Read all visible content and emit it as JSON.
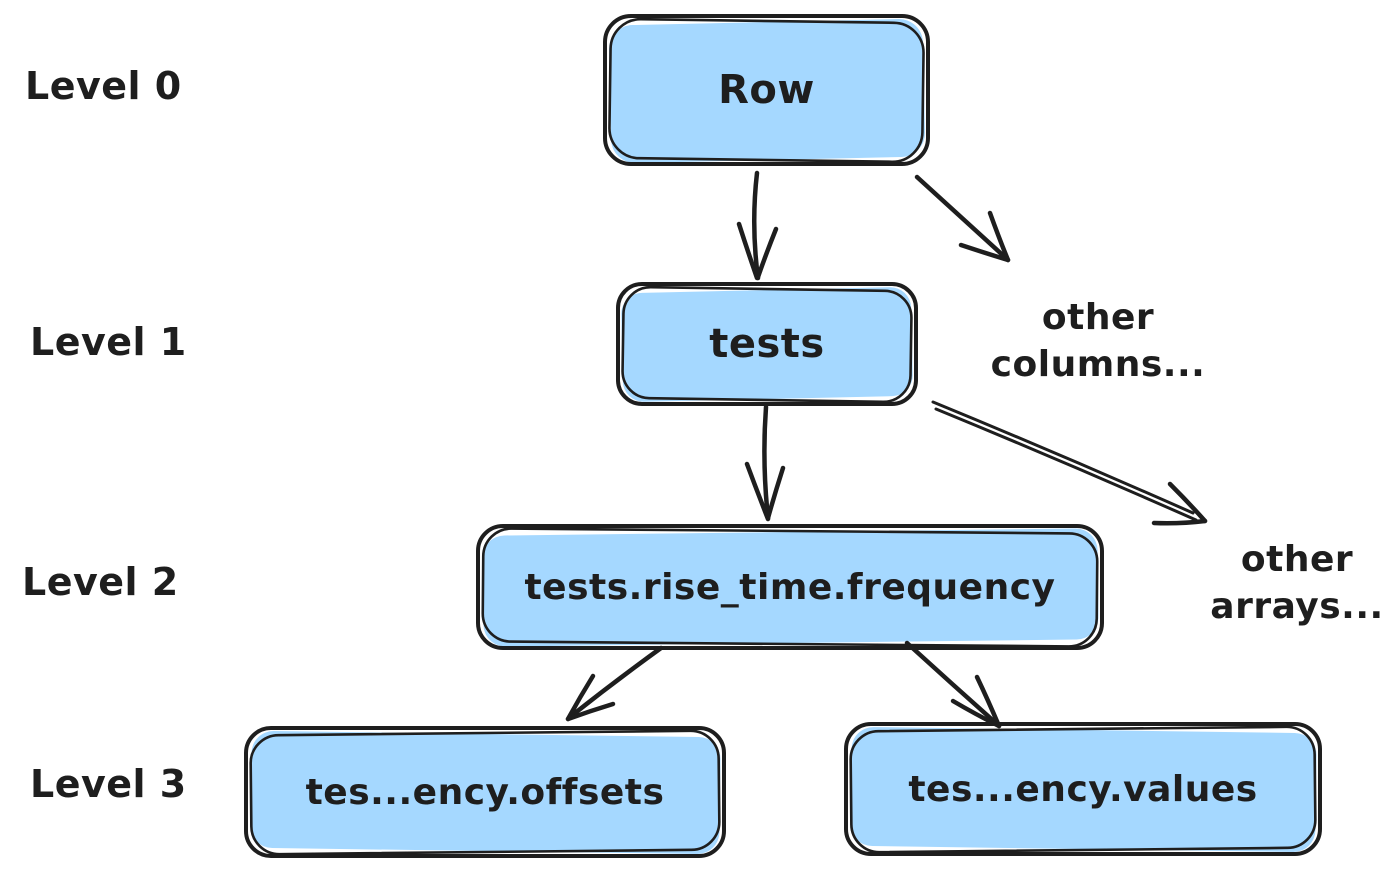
{
  "diagram": {
    "levels": [
      {
        "label": "Level 0"
      },
      {
        "label": "Level 1"
      },
      {
        "label": "Level 2"
      },
      {
        "label": "Level 3"
      }
    ],
    "nodes": [
      {
        "id": "row",
        "level": 0,
        "label": "Row"
      },
      {
        "id": "tests",
        "level": 1,
        "label": "tests"
      },
      {
        "id": "tests-rise-time-frequency",
        "level": 2,
        "label": "tests.rise_time.frequency"
      },
      {
        "id": "offsets",
        "level": 3,
        "label": "tes...ency.offsets"
      },
      {
        "id": "values",
        "level": 3,
        "label": "tes...ency.values"
      }
    ],
    "annotations": [
      {
        "id": "other-columns",
        "lines": [
          "other",
          "columns..."
        ]
      },
      {
        "id": "other-arrays",
        "lines": [
          "other",
          "arrays..."
        ]
      }
    ],
    "edges": [
      {
        "from": "row",
        "to": "tests"
      },
      {
        "from": "row",
        "to": "other-columns"
      },
      {
        "from": "tests",
        "to": "tests-rise-time-frequency"
      },
      {
        "from": "tests",
        "to": "other-arrays"
      },
      {
        "from": "tests-rise-time-frequency",
        "to": "offsets"
      },
      {
        "from": "tests-rise-time-frequency",
        "to": "values"
      }
    ],
    "colors": {
      "node_fill": "#a5d8ff",
      "stroke": "#1e1e1e",
      "background": "#ffffff"
    }
  }
}
